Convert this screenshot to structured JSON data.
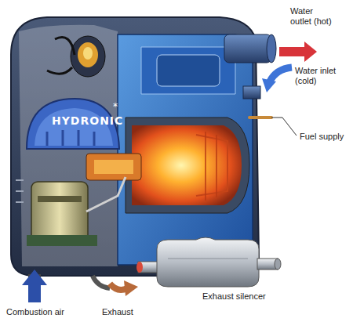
{
  "diagram": {
    "labels": [
      "HYDRONIC",
      "Water outlet (hot)",
      "Water inlet (cold)",
      "Fuel supply",
      "Exhaust silencer",
      "Combustion air",
      "Exhaust"
    ]
  }
}
